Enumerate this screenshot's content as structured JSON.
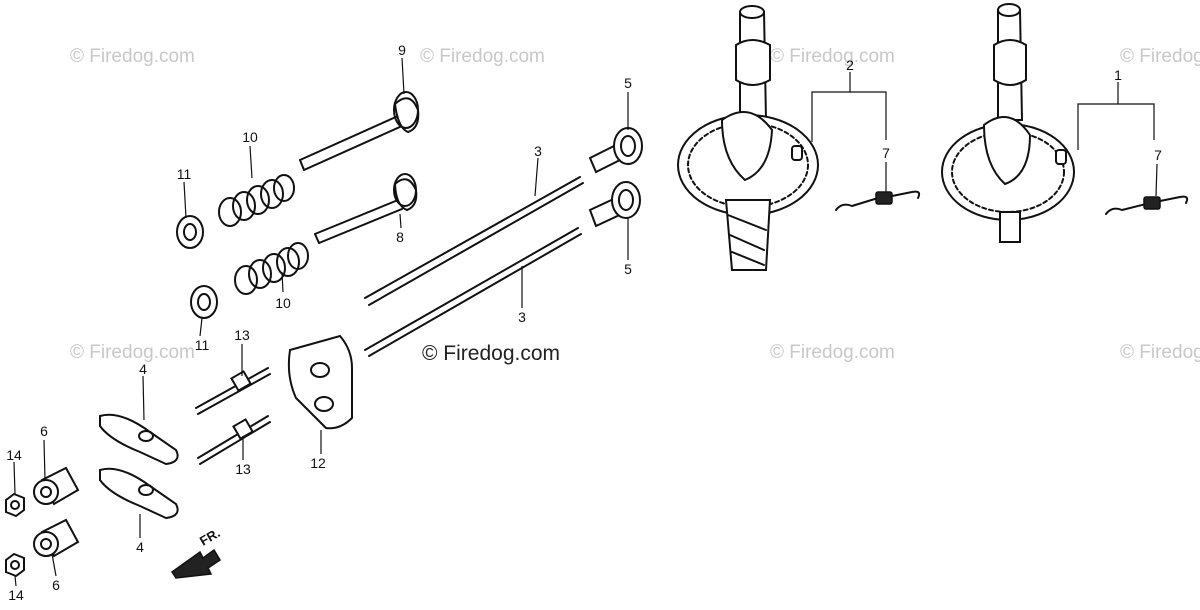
{
  "watermarks": {
    "text": "© Firedog.com",
    "main": "© Firedog.com"
  },
  "direction_arrow": {
    "label": "FR."
  },
  "callouts": {
    "c1": "1",
    "c2": "2",
    "c3a": "3",
    "c3b": "3",
    "c4a": "4",
    "c4b": "4",
    "c5a": "5",
    "c5b": "5",
    "c6a": "6",
    "c6b": "6",
    "c7a": "7",
    "c7b": "7",
    "c8": "8",
    "c9": "9",
    "c10a": "10",
    "c10b": "10",
    "c11a": "11",
    "c11b": "11",
    "c12": "12",
    "c13a": "13",
    "c13b": "13",
    "c14a": "14",
    "c14b": "14"
  }
}
